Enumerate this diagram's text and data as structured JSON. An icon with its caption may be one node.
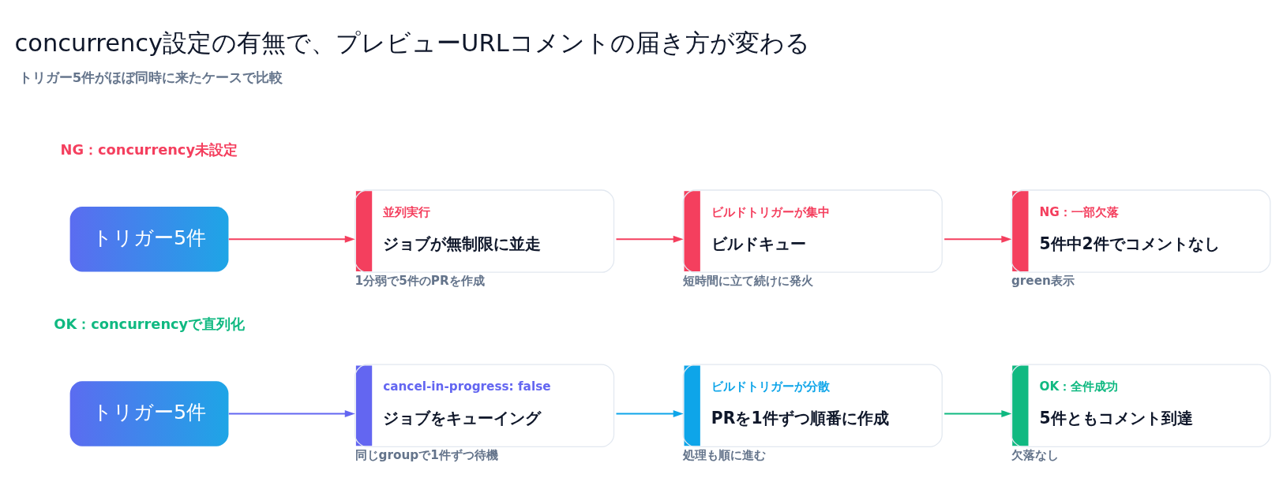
{
  "diagram": {
    "title": "concurrency設定の有無で、プレビューURLコメントの届き方が変わる",
    "nodes": [
      {
        "text": [
          "トリガー5件"
        ]
      },
      {
        "text": [
          "並列実行",
          "ジョブが無制限に並走"
        ],
        "beside": [
          "1分弱で5件のPRを作成"
        ]
      },
      {
        "text": [
          "ビルドトリガーが集中",
          "ビルドキュー"
        ],
        "beside": [
          "短時間に立て続けに発火"
        ]
      },
      {
        "text": [
          "NG：一部欠落",
          "5件中2件でコメントなし"
        ],
        "beside": [
          "green表示"
        ]
      },
      {
        "text": [
          "トリガー5件"
        ]
      },
      {
        "text": [
          "cancel-in-progress: false",
          "ジョブをキューイング"
        ],
        "beside": [
          "同じgroupで1件ずつ待機"
        ]
      },
      {
        "text": [
          "ビルドトリガーが分散",
          "PRを1件ずつ順番に作成"
        ],
        "beside": [
          "処理も順に進む"
        ]
      },
      {
        "text": [
          "OK：全件成功",
          "5件ともコメント到達"
        ],
        "beside": [
          "欠落なし"
        ]
      }
    ],
    "edges": [
      {
        "from": 0,
        "to": 1,
        "arrow": "to",
        "color": "#f43f5e"
      },
      {
        "from": 1,
        "to": 2,
        "arrow": "to",
        "color": "#f43f5e"
      },
      {
        "from": 2,
        "to": 3,
        "arrow": "to",
        "color": "#f43f5e"
      },
      {
        "from": 4,
        "to": 5,
        "arrow": "to",
        "color": "#6366f1"
      },
      {
        "from": 5,
        "to": 6,
        "arrow": "to",
        "color": "#0ea5e9"
      },
      {
        "from": 6,
        "to": 7,
        "arrow": "to",
        "color": "#10b981"
      }
    ],
    "labels": [
      "トリガー5件がほぼ同時に来たケースで比較",
      "NG：concurrency未設定",
      "OK：concurrencyで直列化"
    ]
  }
}
